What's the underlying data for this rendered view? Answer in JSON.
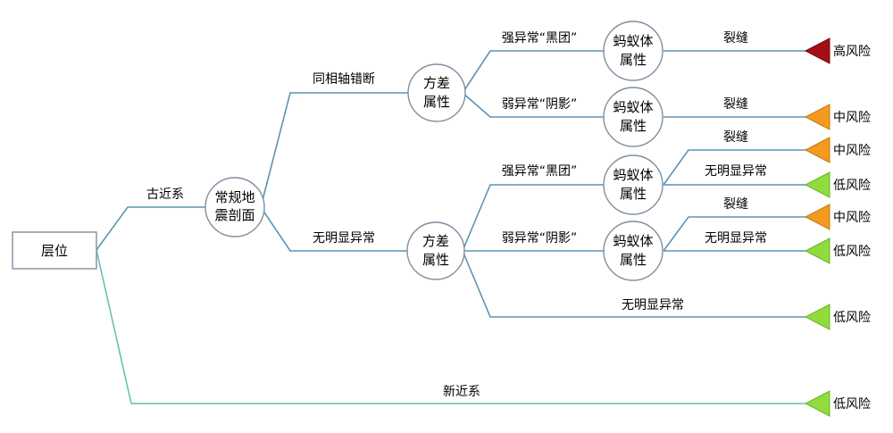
{
  "root": {
    "label": "层位"
  },
  "branches": {
    "paleogene": "古近系",
    "neogene": "新近系"
  },
  "seismic_node": {
    "line1": "常规地",
    "line2": "震剖面"
  },
  "seismic_branches": {
    "upper": "同相轴错断",
    "lower": "无明显异常"
  },
  "variance_node": {
    "line1": "方差",
    "line2": "属性"
  },
  "ant_node": {
    "line1": "蚂蚁体",
    "line2": "属性"
  },
  "edge_labels": {
    "strong_black": "强异常“黑团”",
    "weak_shadow": "弱异常“阴影”",
    "crack": "裂缝",
    "no_obvious": "无明显异常"
  },
  "risk_labels": {
    "high": "高风险",
    "mid": "中风险",
    "low": "低风险"
  },
  "colors": {
    "high": "#a30f14",
    "mid": "#f39a1f",
    "low": "#8fdc3c"
  }
}
